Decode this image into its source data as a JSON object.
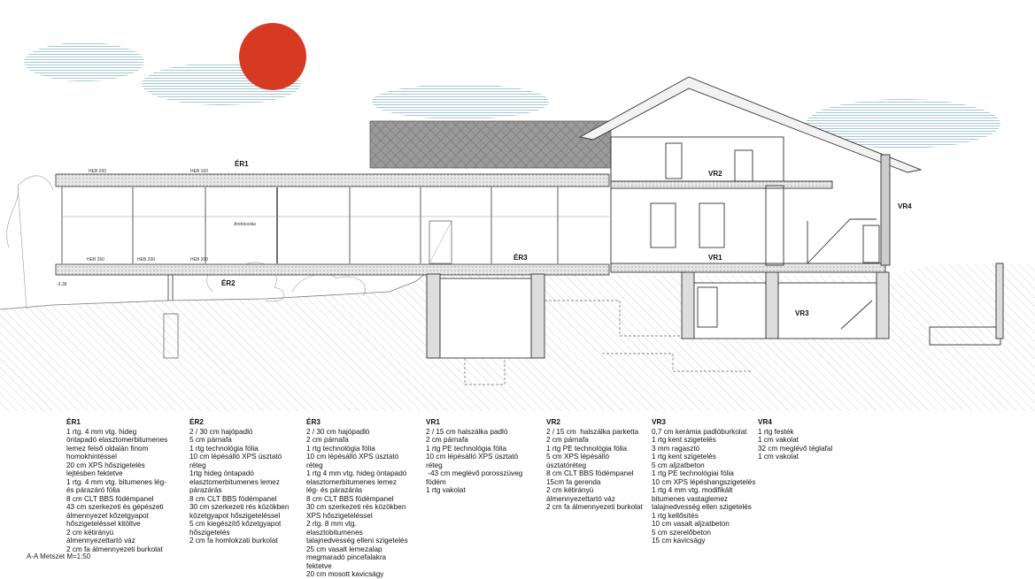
{
  "section_labels": {
    "er1": "ÉR1",
    "er2": "ÉR2",
    "er3": "ÉR3",
    "vr1": "VR1",
    "vr2": "VR2",
    "vr3": "VR3",
    "vr4": "VR4"
  },
  "beam_labels": {
    "heb260_top": "HEB 260",
    "heb160": "HEB 160",
    "heb260_bottom": "HEB 260",
    "heb200": "HEB 200",
    "heb300": "HEB 300"
  },
  "annotations": {
    "andrasolas": "Andrásolás",
    "level_338": "-3,38"
  },
  "colors": {
    "sun": "#d63a23",
    "cloud": "#9cc2cc",
    "roof_tile": "#8a8a8a",
    "ground_hatch": "#b5b5b5",
    "line": "#333333"
  },
  "legends": [
    {
      "title": "ÉR1",
      "lines": [
        "1 rtg. 4 mm vtg. hideg",
        "öntapadó elasztomerbitumenes",
        "lemez felső oldalán finom",
        "homokhintéssel",
        "20 cm XPS hőszigetelés",
        "lejtésben fektetve",
        "1 rtg. 4 mm vtg. bitumenes lég-",
        "és párazáró fólia",
        "8 cm CLT BBS födémpanel",
        "43 cm szerkezeti és gépészeti",
        "álmennyezet kőzetgyapot",
        "hőszigeteléssel kitöltve",
        "2 cm kétirányú",
        "álmennyezettartó váz",
        "2 cm fa álmennyezeti burkolat"
      ]
    },
    {
      "title": "ÉR2",
      "lines": [
        "2 / 30 cm hajópadló",
        "5 cm párnafa",
        "1 rtg technológia fólia",
        "10 cm lépésálló XPS úsztató",
        "réteg",
        "1rtg hideg öntapadó",
        "elasztomerbitumenes lemez",
        "párazárás",
        "8 cm CLT BBS födémpanel",
        "30 cm szerkezeti rés közökben",
        "közetgyapot hőszigeteléssel",
        "5 cm kiegészítő kőzetgyapot",
        "hőszigetelés",
        "2 cm fa homlokzati burkolat"
      ]
    },
    {
      "title": "ÉR3",
      "lines": [
        "2 / 30 cm hajópadló",
        "2 cm párnafa",
        "1 rtg technológia fólia",
        "10 cm lépésálló XPS úsztató",
        "réteg",
        "1 rtg 4 mm vtg. hideg öntapadó",
        "elasztomerbitumenes lemez",
        "lég- és párazárás",
        "8 cm CLT BBS födémpanel",
        "30 cm szerkezeti rés közökben",
        "XPS hőszigeteléssel",
        "2 rtg. 8 mm vtg.",
        "elasztobitumenes",
        "talajnedvesség elleni szigetelés",
        "25 cm vasalt lemezalap",
        "megmaradó pincefalakra",
        "fektetve",
        "20 cm mosott kavicságy"
      ]
    },
    {
      "title": "VR1",
      "lines": [
        "2 / 15 cm halszálka padló",
        "2 cm párnafa",
        "1 rtg PE technológia fólia",
        "10 cm lépésálló XPS úsztató",
        "réteg",
        " -43 cm meglévő porosszüveg",
        "födém",
        "1 rtg vakolat"
      ]
    },
    {
      "title": "VR2",
      "lines": [
        "2 / 15 cm  halszálka parketta",
        "2 cm párnafa",
        "1 rtg PE technológia fólia",
        "5 cm XPS lépésálló",
        "úsztatóréteg",
        "8 cm CLT BBS födémpanel",
        "15cm fa gerenda",
        "2 cm kétirányú",
        "álmennyezettartó váz",
        "2 cm fa álmennyezeti burkolat"
      ]
    },
    {
      "title": "VR3",
      "lines": [
        "0,7 cm kerámia padlóburkolat",
        "1 rtg kent szigetelés",
        "3 mm ragasztó",
        "1 rtg kent szigetelés",
        "5 cm aljzatbeton",
        "1 rtg PE technológiai fólia",
        "10 cm XPS lépéshangszigetelés",
        "1 rtg 4 mm vtg. modifikált",
        "bitumenes vastaglemez",
        "talajnedvesség ellen szigetelés",
        "1 rtg kellősítés",
        "10 cm vasalt aljzatbeton",
        "5 cm szerelőbeton",
        "15 cm kavicságy"
      ]
    },
    {
      "title": "VR4",
      "lines": [
        "1 rtg festék",
        "1 cm vakolat",
        "32 cm meglévő téglafal",
        "1 cm vakolat"
      ]
    }
  ],
  "caption": "A-A Metszet M=1:50"
}
